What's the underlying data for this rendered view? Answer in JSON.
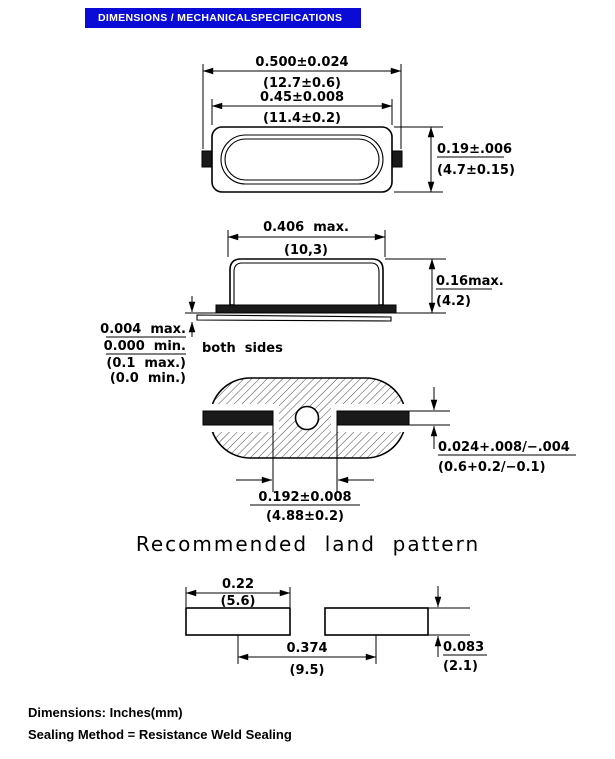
{
  "header": {
    "title": "DIMENSIONS / MECHANICALSPECIFICATIONS"
  },
  "colors": {
    "banner_bg": "#0b0bd6",
    "ink": "#000000"
  },
  "top_view": {
    "overall_in": "0.500±0.024",
    "overall_mm": "(12.7±0.6)",
    "body_in": "0.45±0.008",
    "body_mm": "(11.4±0.2)",
    "height_in": "0.19±.006",
    "height_mm": "(4.7±0.15)"
  },
  "side_view": {
    "width_in": "0.406  max.",
    "width_mm": "(10,3)",
    "height_in": "0.16max.",
    "height_mm": "(4.2)",
    "standoff_max_in": "0.004  max.",
    "standoff_min_in": "0.000  min.",
    "standoff_max_mm": "(0.1  max.)",
    "standoff_min_mm": "(0.0  min.)",
    "both_sides_note": "both  sides"
  },
  "bottom_view": {
    "lead_thickness_in": "0.024+.008/−.004",
    "lead_thickness_mm": "(0.6+0.2/−0.1)",
    "lead_span_in": "0.192±0.008",
    "lead_span_mm": "(4.88±0.2)"
  },
  "land_pattern": {
    "title": "Recommended  land  pattern",
    "pad_width_in": "0.22",
    "pad_width_mm": "(5.6)",
    "pitch_in": "0.374",
    "pitch_mm": "(9.5)",
    "pad_height_in": "0.083",
    "pad_height_mm": "(2.1)"
  },
  "footer": {
    "dimensions_note": "Dimensions: Inches(mm)",
    "sealing_note": "Sealing Method = Resistance Weld Sealing"
  }
}
